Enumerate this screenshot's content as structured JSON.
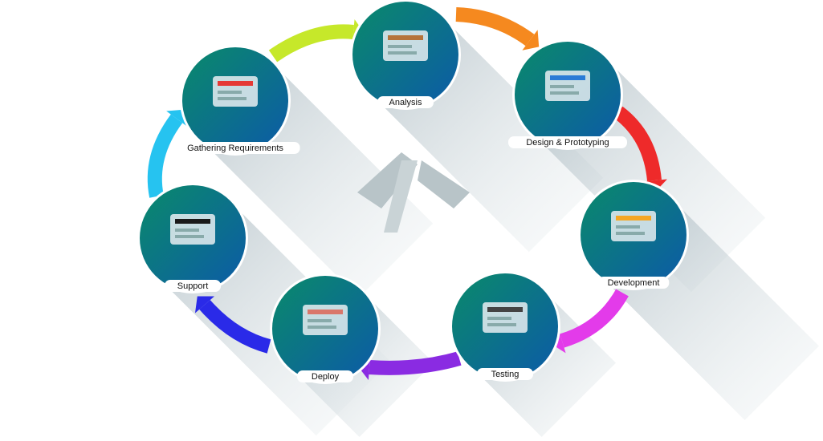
{
  "diagram": {
    "type": "cycle",
    "stages": [
      {
        "label": "Gathering Requirements",
        "icon": "gears-target-icon"
      },
      {
        "label": "Analysis",
        "icon": "document-chart-icon"
      },
      {
        "label": "Design & Prototyping",
        "icon": "design-screens-icon"
      },
      {
        "label": "Development",
        "icon": "code-languages-icon"
      },
      {
        "label": "Testing",
        "icon": "devices-icon"
      },
      {
        "label": "Deploy",
        "icon": "heads-network-icon"
      },
      {
        "label": "Support",
        "icon": "headset-smiley-icon"
      }
    ],
    "arrow_colors": [
      "#c6e82a",
      "#f5891f",
      "#ee2a2a",
      "#e33bea",
      "#8a2be2",
      "#2a2ae8",
      "#26c3f0"
    ],
    "circle_gradient": [
      "#0a8a6a",
      "#0d5aa8"
    ],
    "center_logo": "code-brackets-icon"
  }
}
